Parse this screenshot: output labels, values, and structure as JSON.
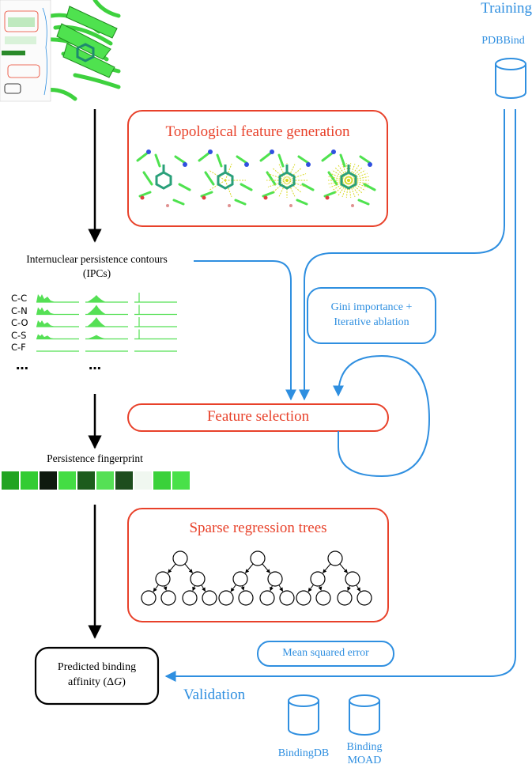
{
  "training": {
    "label": "Training",
    "db_label": "PDBBind"
  },
  "validation": {
    "label": "Validation",
    "db1_label": "BindingDB",
    "db2_label_line1": "Binding",
    "db2_label_line2": "MOAD"
  },
  "topo": {
    "title": "Topological feature generation"
  },
  "ipc": {
    "title_line1": "Internuclear persistence contours",
    "title_line2": "(IPCs)",
    "rows": [
      "C-C",
      "C-N",
      "C-O",
      "C-S",
      "C-F"
    ],
    "ellipsis": "…"
  },
  "gini": {
    "line1": "Gini importance +",
    "line2": "Iterative ablation"
  },
  "feature_selection": {
    "label": "Feature selection"
  },
  "fingerprint": {
    "label": "Persistence fingerprint",
    "cells": [
      "#22a422",
      "#33cc33",
      "#0f1a0f",
      "#44dd44",
      "#1d5c1d",
      "#55e055",
      "#1e4d1e",
      "#f0f7f0",
      "#3ad13a",
      "#49e149"
    ]
  },
  "sparse": {
    "title": "Sparse regression trees"
  },
  "mse": {
    "label": "Mean squared error"
  },
  "prediction": {
    "line1": "Predicted binding",
    "line2_prefix": "affinity (",
    "delta": "Δ",
    "var": "G",
    "line2_suffix": ")"
  },
  "colors": {
    "accent_red": "#e8412a",
    "accent_blue": "#2f8fe0",
    "green": "#55e055"
  }
}
